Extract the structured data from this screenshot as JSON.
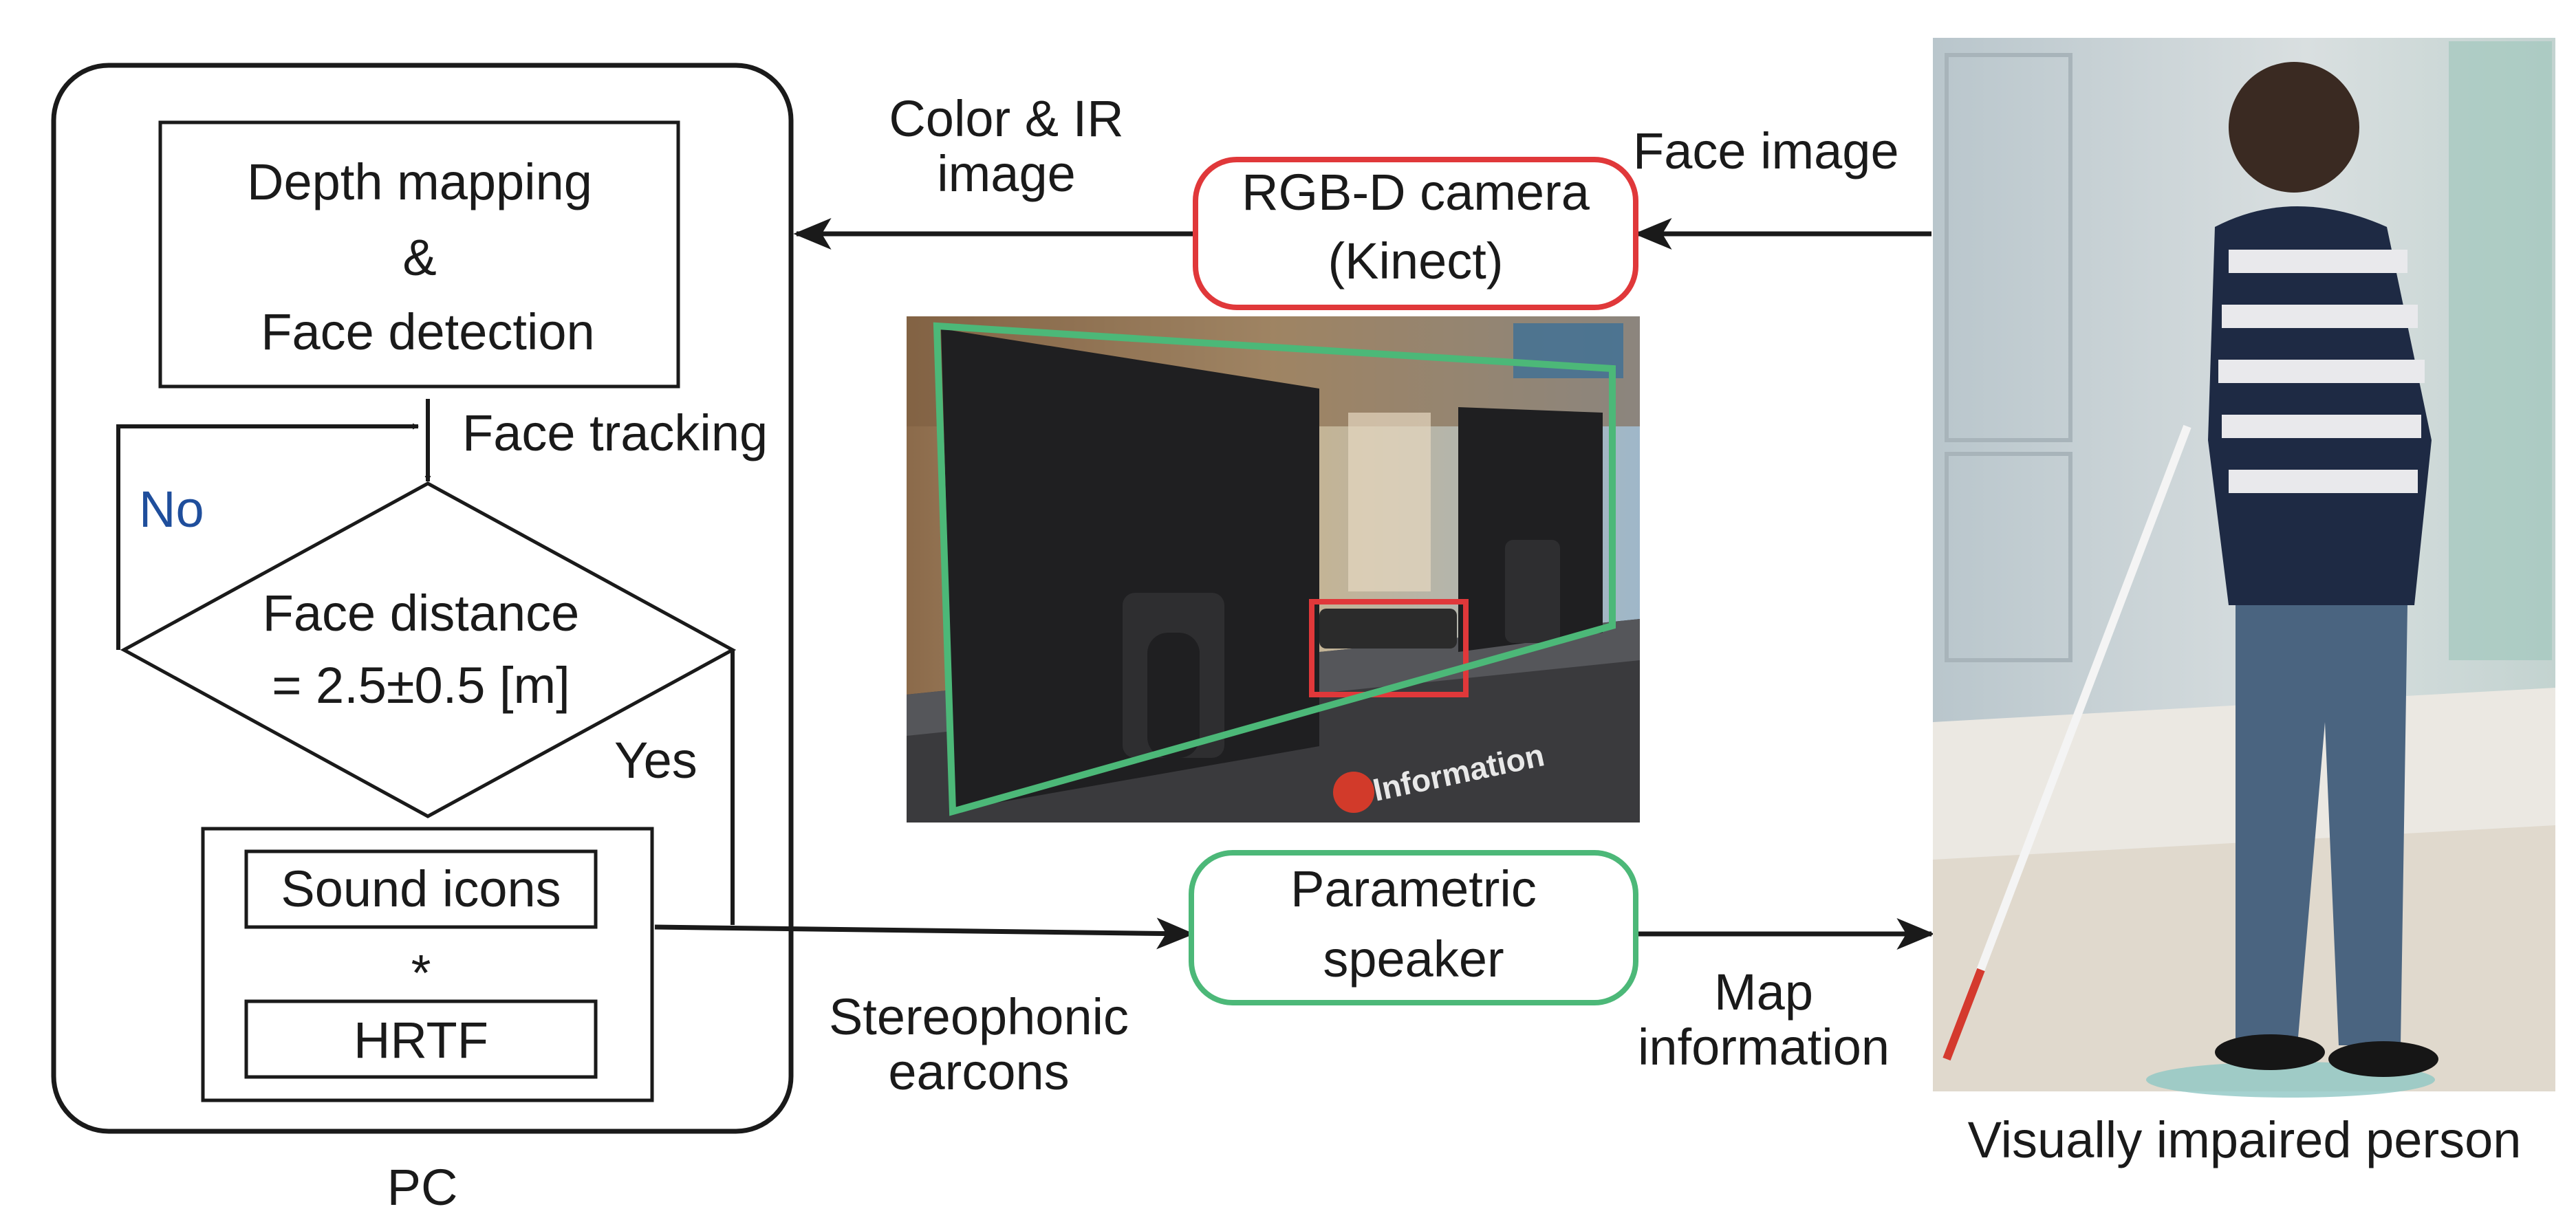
{
  "pc": {
    "label": "PC",
    "depth_box": {
      "line1": "Depth mapping",
      "line2": "&",
      "line3": "Face detection"
    },
    "face_tracking": "Face tracking",
    "decision": {
      "line1": "Face distance",
      "line2": "= 2.5±0.5 [m]"
    },
    "no_label": "No",
    "yes_label": "Yes",
    "sound_icons": "Sound icons",
    "convolution": "*",
    "hrtf": "HRTF"
  },
  "camera": {
    "line1": "RGB-D camera",
    "line2": "(Kinect)",
    "border_color": "#e0383a"
  },
  "speaker": {
    "line1": "Parametric",
    "line2": "speaker",
    "border_color": "#4cb878"
  },
  "edges": {
    "color_ir": {
      "line1": "Color & IR",
      "line2": "image"
    },
    "face_image": "Face image",
    "stereo": {
      "line1": "Stereophonic",
      "line2": "earcons"
    },
    "map_info": {
      "line1": "Map",
      "line2": "information"
    }
  },
  "photo_kiosk": {
    "sign_text": "Information",
    "outline_color": "#4cb878",
    "camera_highlight_color": "#e0383a"
  },
  "person": {
    "caption": "Visually impaired person"
  }
}
